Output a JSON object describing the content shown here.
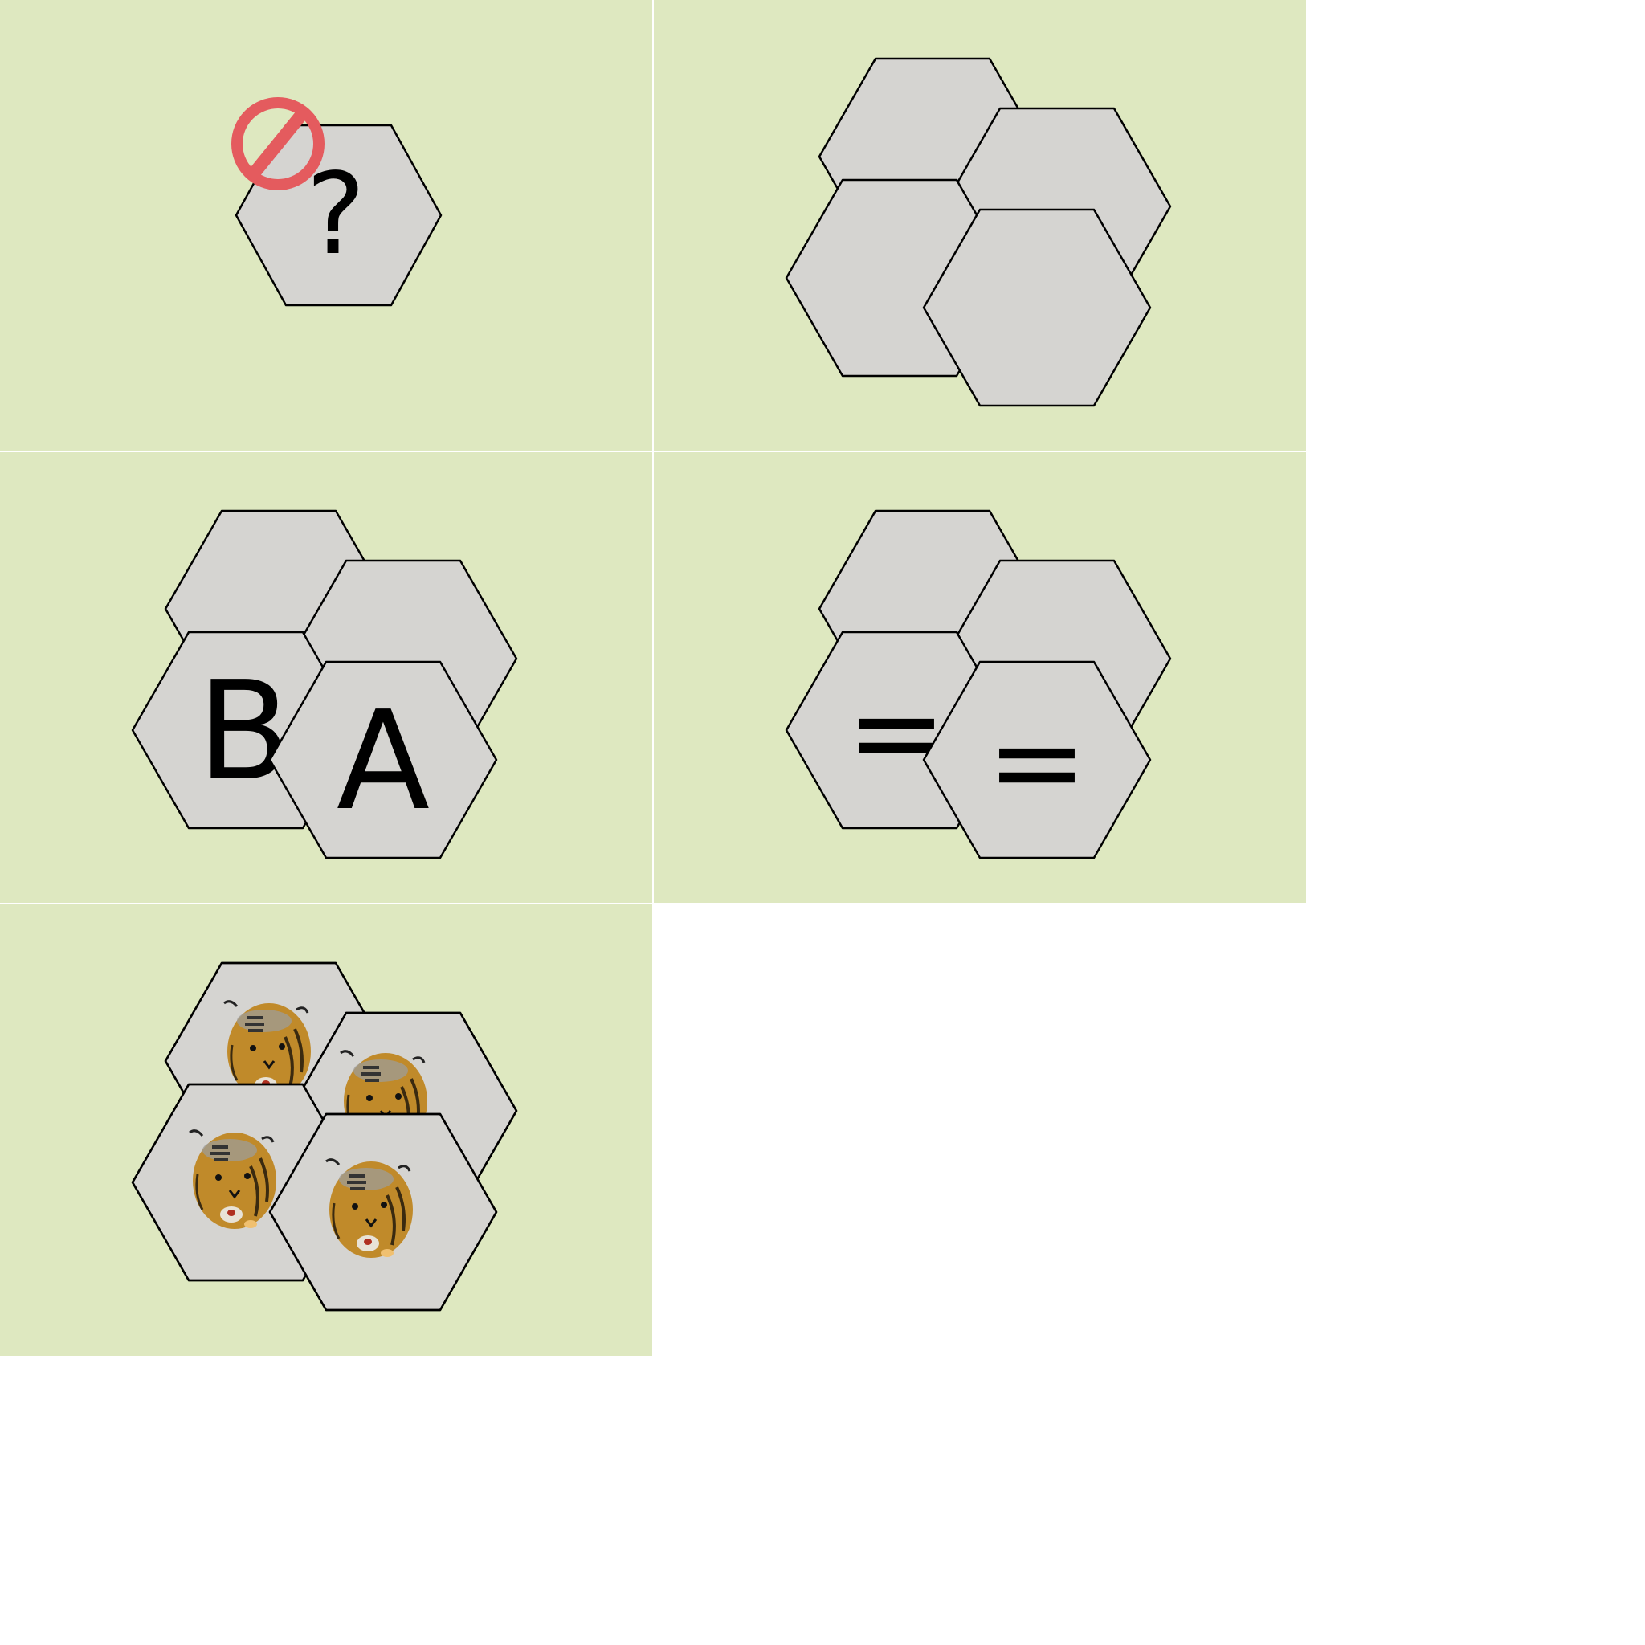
{
  "colors": {
    "tile_background": "#dee8c0",
    "hex_fill": "#d5d4d1",
    "hex_stroke": "#000000",
    "forbidden_red": "#e45b5e",
    "tiger_orange": "#c08a2a"
  },
  "tiles": [
    {
      "name": "unknown-tile",
      "icon": "forbidden-icon",
      "symbols": [
        "?"
      ]
    },
    {
      "name": "blank-stack-tile",
      "symbols": [
        "",
        "",
        "",
        ""
      ]
    },
    {
      "name": "letter-stack-tile",
      "symbols": [
        "",
        "",
        "B",
        "A"
      ]
    },
    {
      "name": "equals-stack-tile",
      "symbols": [
        "",
        "",
        "=",
        "="
      ]
    },
    {
      "name": "tiger-stack-tile",
      "icon": "tiger-icon",
      "symbols": [
        "",
        "",
        "",
        ""
      ]
    }
  ]
}
